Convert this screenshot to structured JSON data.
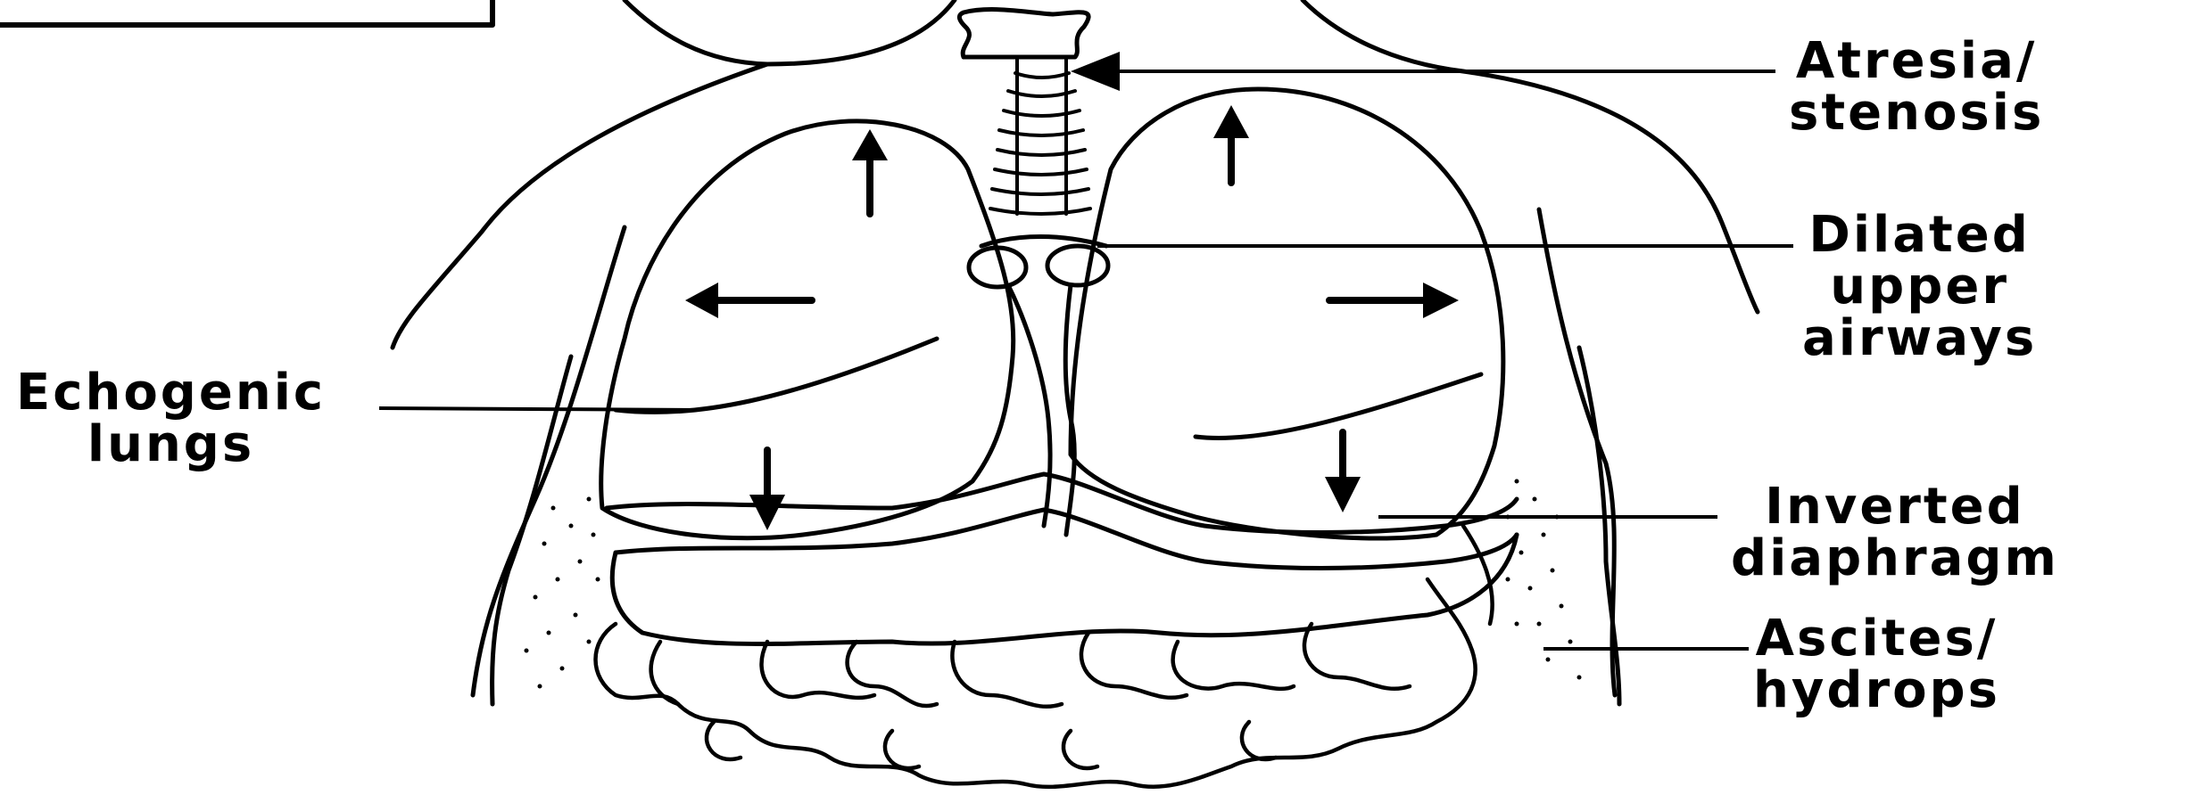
{
  "labels": {
    "atresia": {
      "line1": "Atresia/",
      "line2": "stenosis"
    },
    "dilated": {
      "line1": "Dilated",
      "line2": "upper",
      "line3": "airways"
    },
    "echogenic": {
      "line1": "Echogenic",
      "line2": "lungs"
    },
    "inverted": {
      "line1": "Inverted",
      "line2": "diaphragm"
    },
    "ascites": {
      "line1": "Ascites/",
      "line2": "hydrops"
    }
  },
  "colors": {
    "ink": "#000000",
    "background": "#ffffff"
  }
}
